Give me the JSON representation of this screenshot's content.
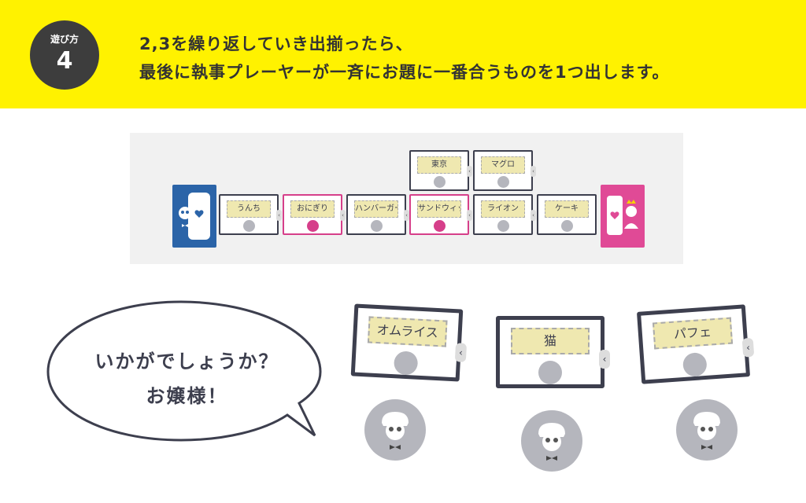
{
  "header": {
    "step_label": "遊び方",
    "step_number": "4",
    "line1": "2,3を繰り返していき出揃ったら、",
    "line2": "最後に執事プレーヤーが一斉にお題に一番合うものを1つ出します。"
  },
  "board": {
    "top_cards": [
      "東京",
      "マグロ"
    ],
    "row_cards": [
      "うんち",
      "おにぎり",
      "ハンバーガー",
      "サンドウィッチ",
      "ライオン",
      "ケーキ"
    ]
  },
  "bubble": {
    "line1": "いかがでしょうか？",
    "line2": "お嬢様！"
  },
  "played_cards": [
    "オムライス",
    "猫",
    "パフェ"
  ],
  "colors": {
    "yellow": "#fff200",
    "pink": "#d63f8a",
    "blue": "#2b64a8",
    "dark": "#3d3f4e"
  },
  "icons": [
    "butler-face-icon",
    "crown-princess-icon",
    "heart-icon"
  ]
}
